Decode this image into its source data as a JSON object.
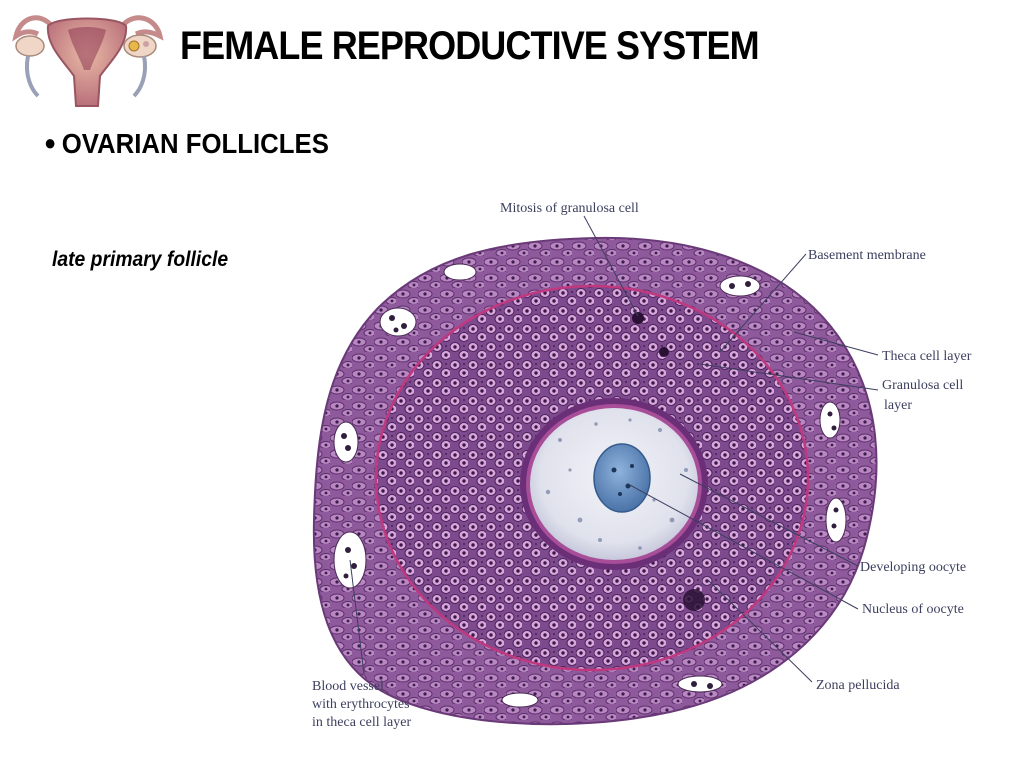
{
  "header": {
    "title": "FEMALE REPRODUCTIVE SYSTEM"
  },
  "logo": {
    "icon": "uterus-illustration-icon"
  },
  "section": {
    "bullet": "●",
    "heading": "OVARIAN FOLLICLES"
  },
  "figure": {
    "caption": "late primary follicle",
    "labels": {
      "mitosis": "Mitosis of granulosa cell",
      "basement": "Basement membrane",
      "theca": "Theca cell layer",
      "granulosa_1": "Granulosa cell",
      "granulosa_2": "layer",
      "oocyte": "Developing oocyte",
      "nucleus": "Nucleus of oocyte",
      "zona": "Zona pellucida",
      "blood_1": "Blood vessel",
      "blood_2": "with erythrocytes",
      "blood_3": "in theca cell layer"
    }
  },
  "colors": {
    "stain_purple": "#9a5aa6",
    "granulosa_pink": "#c17ec9",
    "nucleus_blue": "#5f8dc0"
  }
}
